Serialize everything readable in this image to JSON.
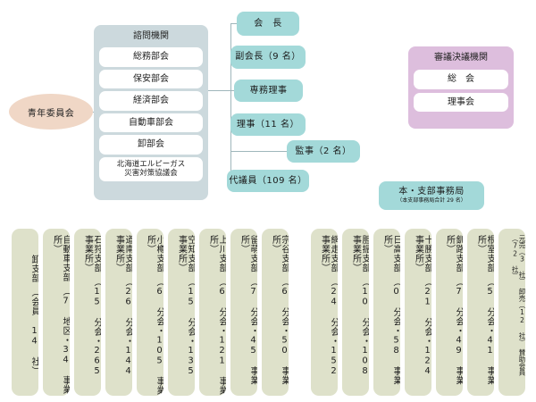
{
  "diagram": {
    "title": "組織図",
    "colors": {
      "teal_pill": "#a3d9d9",
      "advisory_panel": "#ccd9dd",
      "deliberation_panel": "#ddbedd",
      "branch_box": "#dee1ca",
      "youth_ellipse": "#f0d7c6",
      "panel_item": "#ffffff",
      "connector": "#9fb6bb"
    }
  },
  "youth_committee": {
    "label": "青年委員会"
  },
  "advisory_panel": {
    "title": "諮問機関",
    "items": [
      {
        "label": "総務部会"
      },
      {
        "label": "保安部会"
      },
      {
        "label": "経済部会"
      },
      {
        "label": "自動車部会"
      },
      {
        "label": "卸部会"
      },
      {
        "label": "北海道エルピーガス\n災害対策協議会"
      }
    ]
  },
  "officers": [
    {
      "label": "会　長"
    },
    {
      "label": "副会長（9 名）"
    },
    {
      "label": "専務理事"
    },
    {
      "label": "理事（11 名）"
    },
    {
      "label": "監事（2 名）"
    },
    {
      "label": "代議員（109 名）"
    }
  ],
  "deliberation_panel": {
    "title": "審議決議機関",
    "items": [
      {
        "label": "総　会"
      },
      {
        "label": "理事会"
      }
    ]
  },
  "secretariat": {
    "label": "本・支部事務局",
    "sublabel": "（本支部事務局合計 29 名）"
  },
  "branches": [
    {
      "label": "卸支部　（会員 14 社）",
      "small": false
    },
    {
      "label": "自動車支部　（7 地区・34 事業所）",
      "small": false
    },
    {
      "label": "石狩支部　（15 分会・265 事業所）",
      "small": false
    },
    {
      "label": "道南支部　（26 分会・144 事業所）",
      "small": false
    },
    {
      "label": "小樽支部　（6 分会・105 事業所）",
      "small": false
    },
    {
      "label": "空知支部　（15 分会・135 事業所）",
      "small": false
    },
    {
      "label": "上川支部　（6 分会・121 事業所）",
      "small": false
    },
    {
      "label": "留萌支部　（7 分会・45 事業所）",
      "small": false
    },
    {
      "label": "宗谷支部　（6 分会・50 事業所）",
      "small": false
    },
    {
      "label": "網走支部　（24 分会・152 事業所）",
      "small": false
    },
    {
      "label": "胆振支部　（10 分会・108 事業所）",
      "small": false
    },
    {
      "label": "日高支部　（0 分会・58 事業所）",
      "small": false
    },
    {
      "label": "十勝支部　（21 分会・124 事業所）",
      "small": false
    },
    {
      "label": "釧路支部　（7 分会・49 事業所）",
      "small": false
    },
    {
      "label": "根室支部　（5 分会・41 事業所）",
      "small": false
    },
    {
      "label": "元売（3 社）　卸売（12 社）　賛助会員（72 社）",
      "small": true
    }
  ]
}
